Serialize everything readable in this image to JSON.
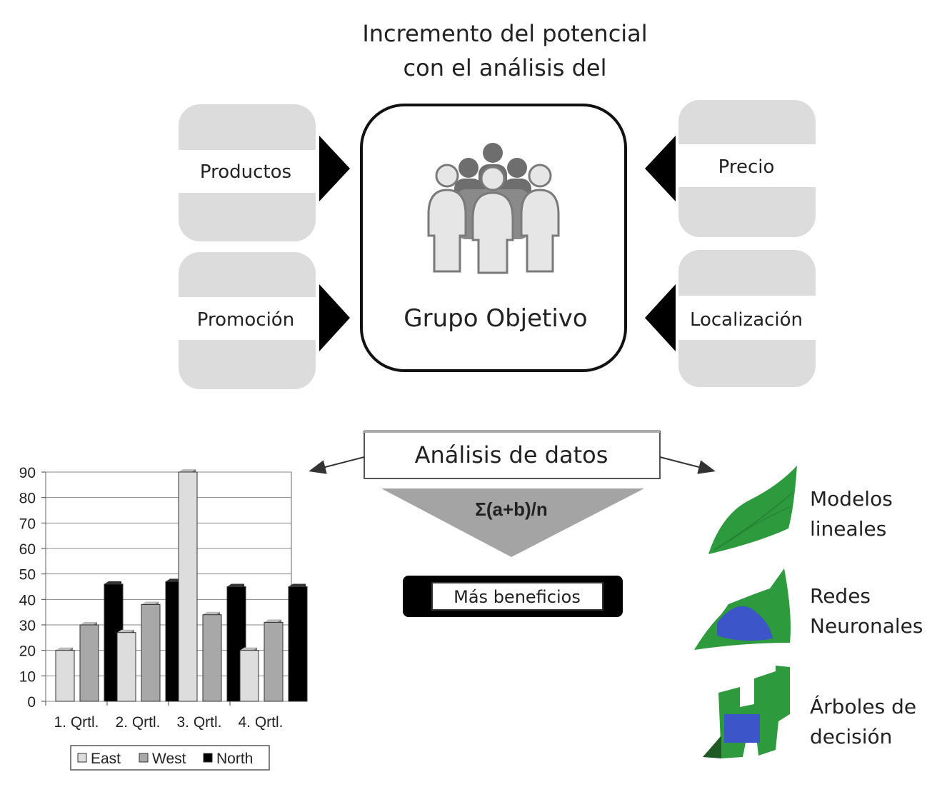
{
  "title": {
    "line1": "Incremento del potencial",
    "line2": "con el análisis del"
  },
  "center_box": {
    "label": "Grupo Objetivo",
    "icon": "people-group-icon"
  },
  "factors": {
    "products": "Productos",
    "promotion": "Promoción",
    "price": "Precio",
    "location": "Localización"
  },
  "analysis": {
    "label": "Análisis de datos",
    "formula": "Σ(a+b)/n",
    "result": "Más beneficios"
  },
  "models": {
    "linear_line1": "Modelos",
    "linear_line2": "lineales",
    "neural_line1": "Redes",
    "neural_line2": "Neuronales",
    "trees_line1": "Árboles de",
    "trees_line2": "decisión"
  },
  "colors": {
    "panel_gray": "#dcdcdc",
    "model_green": "#2e9a3e",
    "model_blue": "#3c55c8",
    "east": "#dddddd",
    "west": "#a8a8a8",
    "north": "#000000"
  },
  "chart_data": {
    "type": "bar",
    "categories": [
      "1. Qrtl.",
      "2. Qrtl.",
      "3. Qrtl.",
      "4. Qrtl."
    ],
    "series": [
      {
        "name": "East",
        "values": [
          20,
          27,
          90,
          20
        ]
      },
      {
        "name": "West",
        "values": [
          30,
          38,
          34,
          31
        ]
      },
      {
        "name": "North",
        "values": [
          46,
          47,
          45,
          45
        ]
      }
    ],
    "y_ticks": [
      "0",
      "10",
      "20",
      "30",
      "40",
      "50",
      "60",
      "70",
      "80",
      "90"
    ],
    "ylim": [
      0,
      90
    ],
    "grid": true,
    "legend_position": "bottom"
  }
}
